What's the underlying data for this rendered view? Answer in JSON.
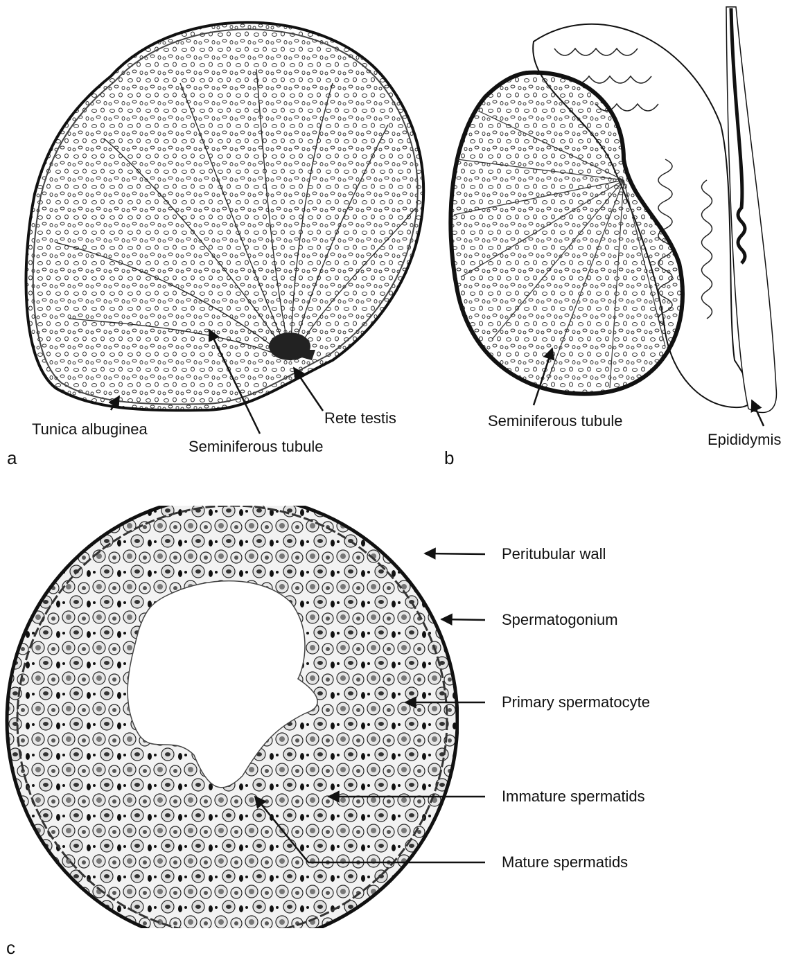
{
  "panel_a": {
    "letter": "a",
    "labels": {
      "tunica_albuginea": "Tunica albuginea",
      "seminiferous_tubule": "Seminiferous tubule",
      "rete_testis": "Rete testis"
    }
  },
  "panel_b": {
    "letter": "b",
    "labels": {
      "seminiferous_tubule": "Seminiferous tubule",
      "epididymis": "Epididymis"
    }
  },
  "panel_c": {
    "letter": "c",
    "labels": {
      "peritubular_wall": "Peritubular wall",
      "spermatogonium": "Spermatogonium",
      "primary_spermatocyte": "Primary spermatocyte",
      "immature_spermatids": "Immature spermatids",
      "mature_spermatids": "Mature spermatids"
    }
  },
  "colors": {
    "ink": "#111111",
    "shade": "#2a2a2a",
    "background": "#ffffff"
  }
}
